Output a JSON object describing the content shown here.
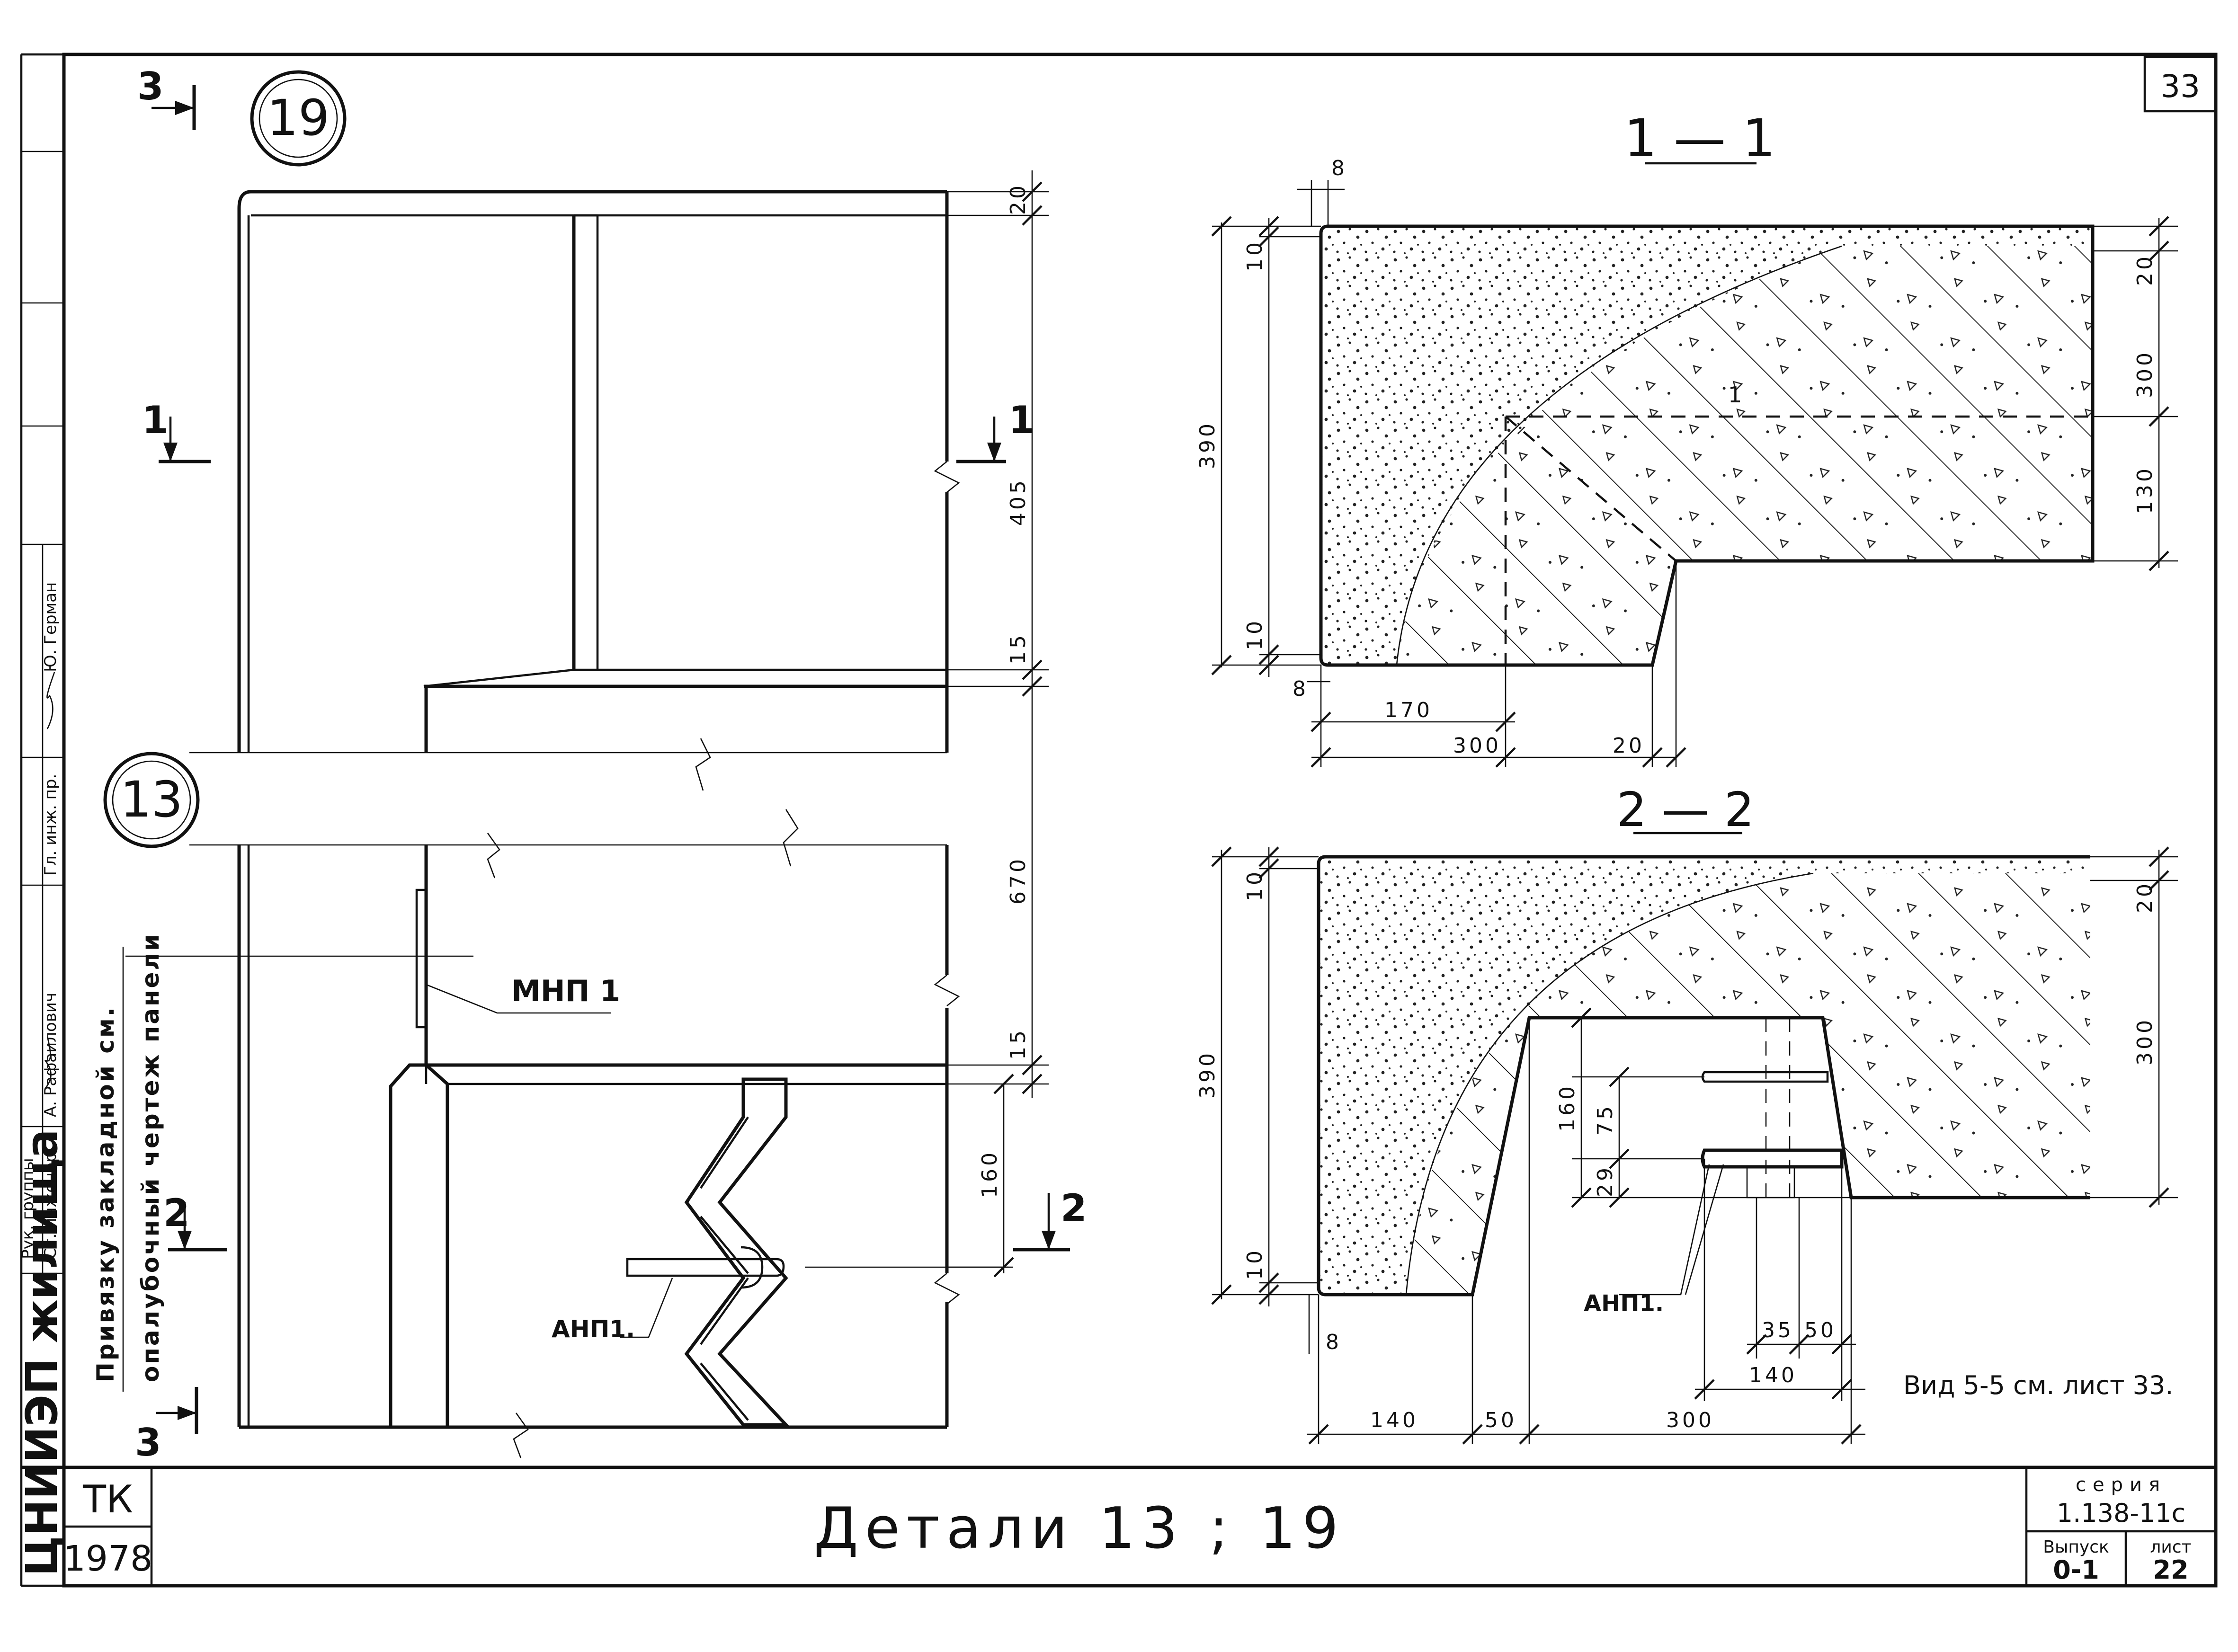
{
  "sheet": {
    "page_number": "33",
    "title": "Детали 13 ; 19",
    "org_code": "ТК",
    "year": "1978",
    "series_label": "серия",
    "series_value": "1.138-11с",
    "issue_label": "Выпуск",
    "issue_value": "0-1",
    "sheet_label": "лист",
    "sheet_value": "22",
    "stamp_vertical": "ЦНИИЭП жилища",
    "stamp_roles": [
      "Рук. группы",
      "Ст. инженер",
      "Гл. инж. пр."
    ],
    "stamp_names": [
      "А. Рафаилович",
      "Ю. Герман"
    ]
  },
  "elevation": {
    "node_top": "19",
    "node_bottom": "13",
    "cut_marks": {
      "c1": "1",
      "c2": "2",
      "c3": "3"
    },
    "dims": {
      "d20": "20",
      "d405": "405",
      "d15a": "15",
      "d670": "670",
      "d15b": "15",
      "d160": "160"
    },
    "label_mnp": "МНП 1",
    "label_anp": "АНП1.",
    "note_line1": "Привязку закладной см.",
    "note_line2": "опалубочный чертеж панели"
  },
  "section_1_1": {
    "title": "1 — 1",
    "dims": {
      "d8a": "8",
      "d10a": "10",
      "d390": "390",
      "d10b": "10",
      "d8b": "8",
      "d20r": "20",
      "d300r": "300",
      "d130": "130",
      "d170": "170",
      "d300b": "300",
      "d20b": "20"
    },
    "hatch_mark": "1"
  },
  "section_2_2": {
    "title": "2 — 2",
    "dims": {
      "d10a": "10",
      "d390": "390",
      "d10b": "10",
      "d8": "8",
      "d160": "160",
      "d75": "75",
      "d29": "29",
      "d20r": "20",
      "d300r": "300",
      "d35": "35",
      "d50a": "50",
      "d140a": "140",
      "d140b": "140",
      "d50b": "50",
      "d300b": "300"
    },
    "label_anp": "АНП1.",
    "note": "Вид 5-5 см. лист 33."
  }
}
